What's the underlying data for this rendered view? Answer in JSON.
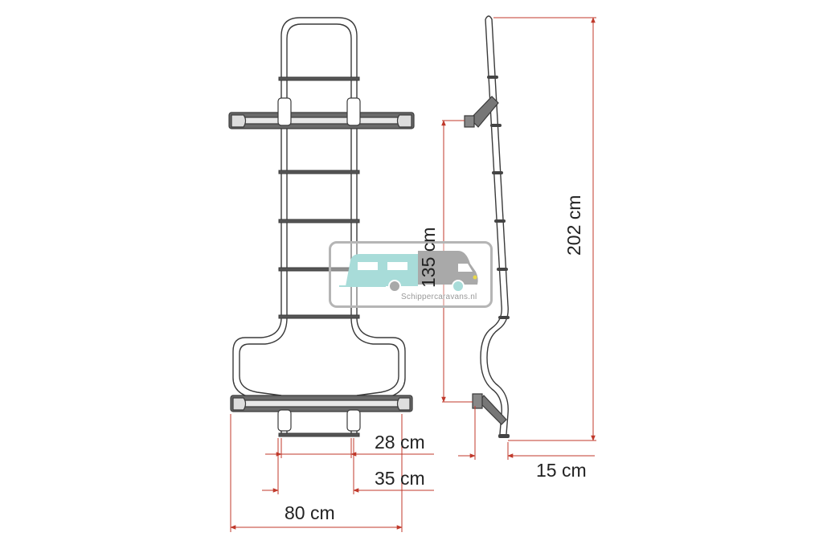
{
  "diagram": {
    "title": "Rear ladder dimension drawing",
    "views": [
      "front-view",
      "side-view"
    ],
    "colors": {
      "line": "#3a3a3a",
      "dimension": "#c0392b",
      "text": "#222222",
      "watermark_teal": "#a8dcd9",
      "watermark_gray": "#a9a9a9",
      "watermark_border": "#b5b5b5"
    }
  },
  "dimensions": {
    "inner_step_width": "28 cm",
    "outer_step_width": "35 cm",
    "total_width": "80 cm",
    "mount_height": "135 cm",
    "total_height": "202 cm",
    "wall_offset": "15 cm"
  },
  "watermark": {
    "text": "Schippercaravans.nl",
    "icon": "motorhome-icon"
  }
}
